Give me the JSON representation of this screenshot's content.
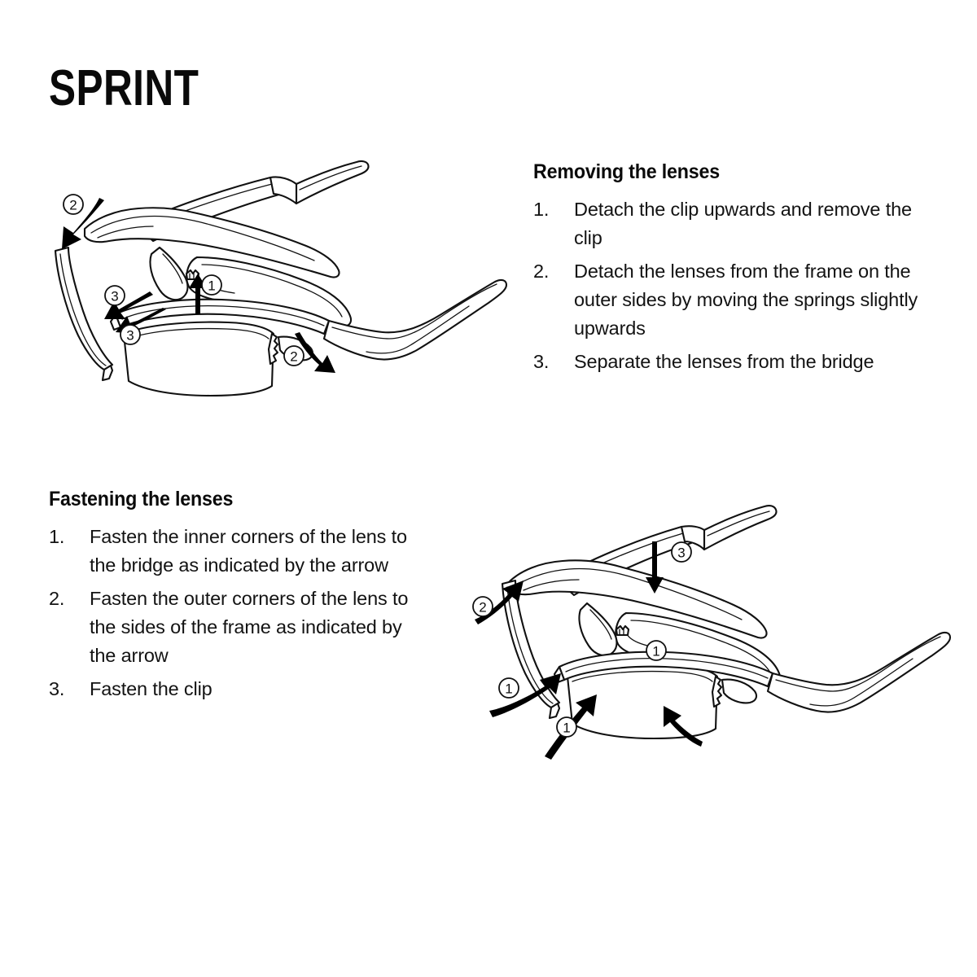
{
  "page": {
    "title": "SPRINT",
    "background_color": "#ffffff",
    "ink_color": "#111111"
  },
  "sections": [
    {
      "id": "removing",
      "heading": "Removing the lenses",
      "steps": [
        {
          "marker": "1.",
          "text": "Detach the clip upwards and remove the clip"
        },
        {
          "marker": "2.",
          "text": "Detach the lenses from the frame on the outer sides by moving the springs slightly upwards"
        },
        {
          "marker": "3.",
          "text": "Separate the lenses from the bridge"
        }
      ]
    },
    {
      "id": "fastening",
      "heading": "Fastening the lenses",
      "steps": [
        {
          "marker": "1.",
          "text": "Fasten the inner corners of the lens to the bridge as indicated by the arrow"
        },
        {
          "marker": "2.",
          "text": "Fasten the outer corners of the lens to the sides of the frame as indicated by the arrow"
        },
        {
          "marker": "3.",
          "text": "Fasten the clip"
        }
      ]
    }
  ],
  "illustrations": [
    {
      "id": "removing-diagram",
      "caption_ref": "removing",
      "subject": "exploded view of sport sunglasses with detachable lenses",
      "callouts": [
        {
          "label": "2",
          "glyph": "②",
          "position": "upper-left",
          "arrow": "curved-down-left"
        },
        {
          "label": "3",
          "glyph": "③",
          "position": "mid-left",
          "arrow": "curved-down-left"
        },
        {
          "label": "3",
          "glyph": "③",
          "position": "mid-left-lower",
          "arrow": "curved-down-left"
        },
        {
          "label": "1",
          "glyph": "①",
          "position": "center-bridge",
          "arrow": "straight-up"
        },
        {
          "label": "2",
          "glyph": "②",
          "position": "center-right",
          "arrow": "curved-down-right"
        }
      ]
    },
    {
      "id": "fastening-diagram",
      "caption_ref": "fastening",
      "subject": "exploded view of sport sunglasses showing lens attachment directions",
      "callouts": [
        {
          "label": "2",
          "glyph": "②",
          "position": "left",
          "arrow": "curved-up-right"
        },
        {
          "label": "3",
          "glyph": "③",
          "position": "top-center",
          "arrow": "straight-down"
        },
        {
          "label": "1",
          "glyph": "①",
          "position": "center-bridge",
          "arrow": "none"
        },
        {
          "label": "1",
          "glyph": "①",
          "position": "lower-left",
          "arrow": "curved-up-right"
        },
        {
          "label": "1",
          "glyph": "①",
          "position": "bottom-left",
          "arrow": "curved-up-right"
        }
      ]
    }
  ]
}
